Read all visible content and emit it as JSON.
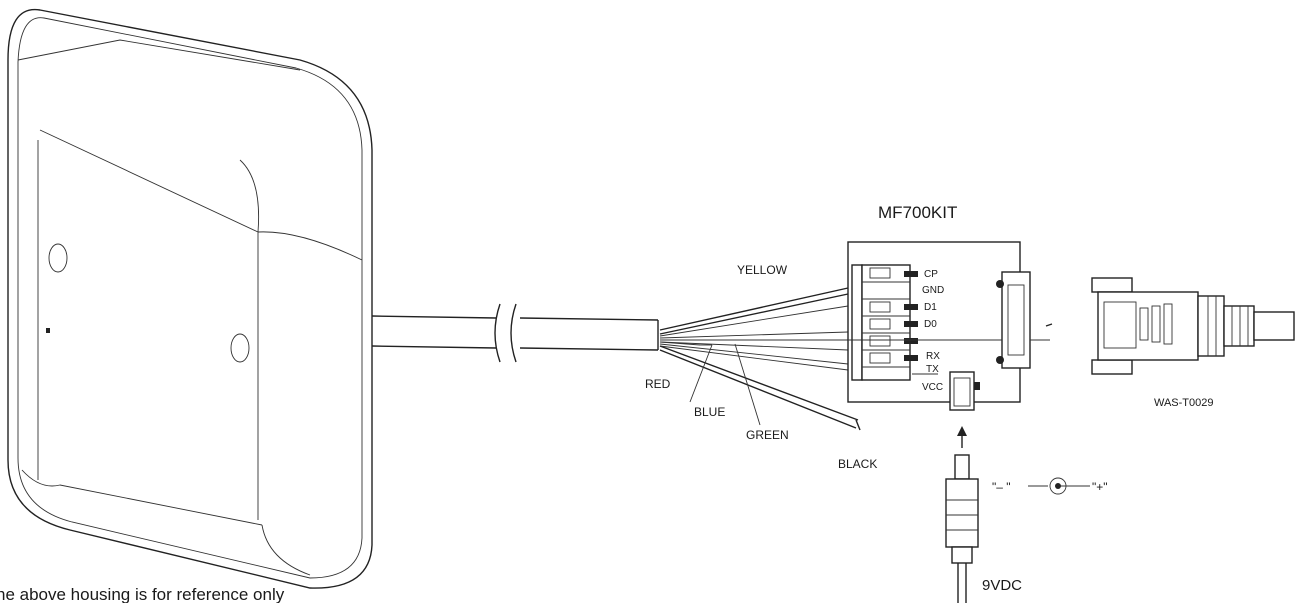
{
  "diagram": {
    "kit_title": "MF700KIT",
    "wire_labels": {
      "yellow": "YELLOW",
      "red": "RED",
      "blue": "BLUE",
      "green": "GREEN",
      "black": "BLACK"
    },
    "terminal_labels": [
      "CP",
      "GND",
      "D1",
      "D0",
      "RX",
      "TX",
      "VCC"
    ],
    "connector_label": "WAS-T0029",
    "polarity_minus": "\"– \"",
    "polarity_plus": "\"+\"",
    "power_label": "9VDC",
    "footnote": "he above housing is for reference only"
  }
}
